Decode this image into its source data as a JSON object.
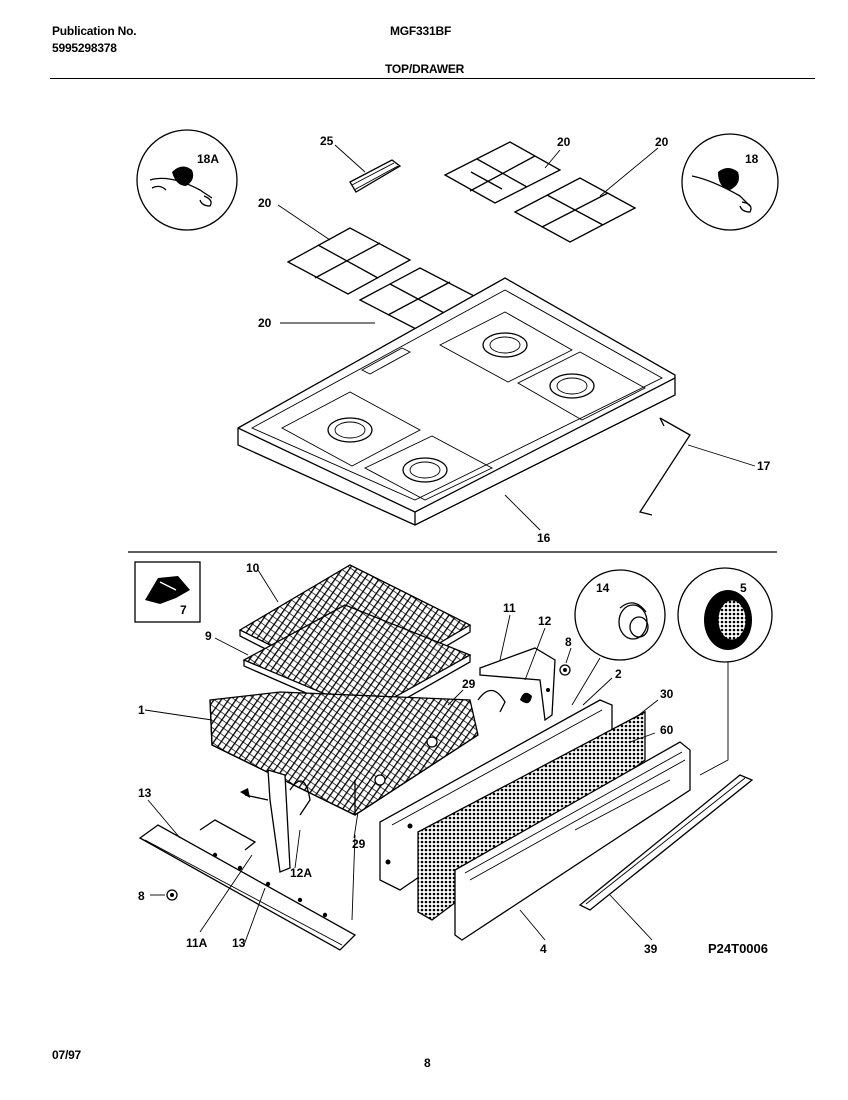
{
  "header": {
    "publication_label": "Publication No.",
    "publication_number": "5995298378",
    "model": "MGF331BF",
    "section": "TOP/DRAWER"
  },
  "footer": {
    "date": "07/97",
    "page": "8"
  },
  "diagram_code": "P24T0006",
  "callouts": {
    "c18A": "18A",
    "c25": "25",
    "c20a": "20",
    "c20b": "20",
    "c20c": "20",
    "c20d": "20",
    "c18": "18",
    "c17": "17",
    "c16": "16",
    "c10": "10",
    "c7": "7",
    "c9": "9",
    "c1": "1",
    "c29a": "29",
    "c29b": "29",
    "c11": "11",
    "c12": "12",
    "c8a": "8",
    "c14": "14",
    "c5": "5",
    "c2": "2",
    "c30": "30",
    "c60": "60",
    "c13a": "13",
    "c13b": "13",
    "c12A": "12A",
    "c8b": "8",
    "c11A": "11A",
    "c4": "4",
    "c39": "39"
  }
}
